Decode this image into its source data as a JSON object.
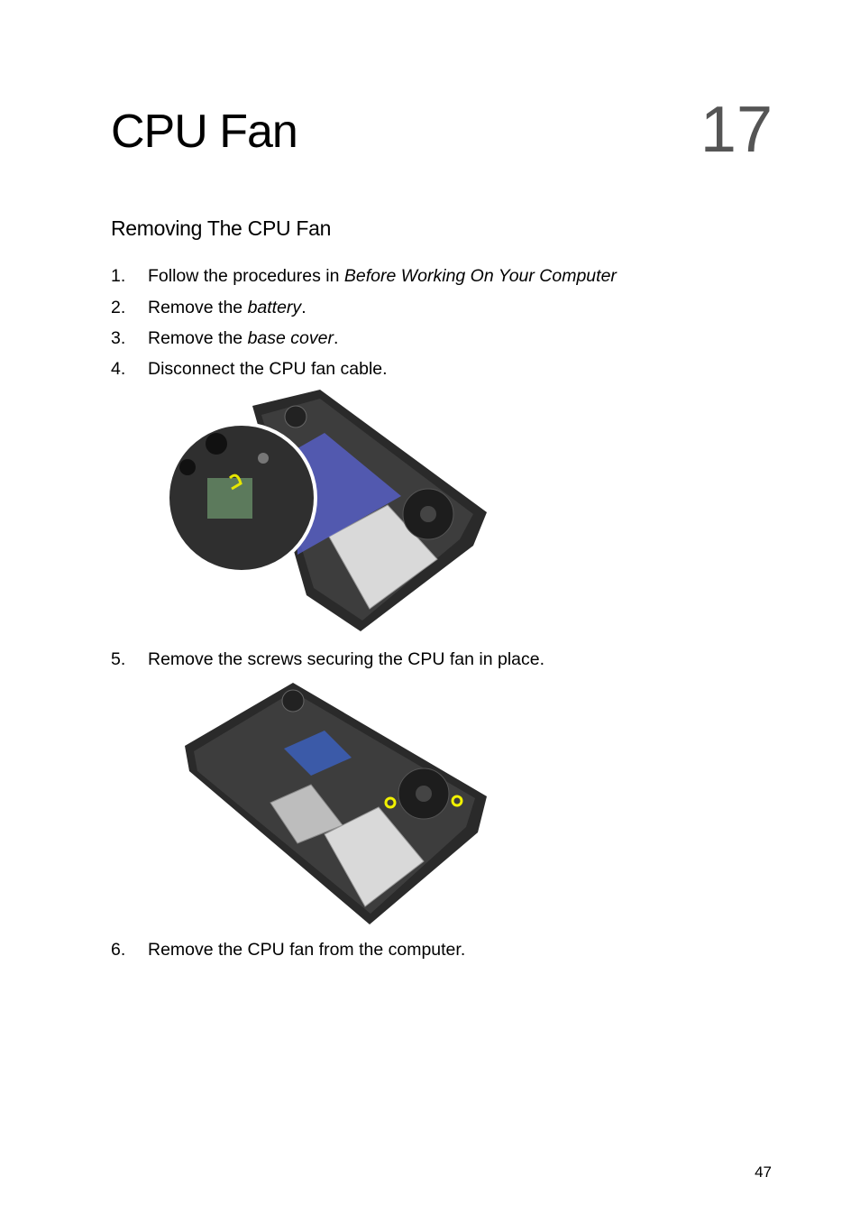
{
  "chapter": {
    "title": "CPU Fan",
    "number": "17"
  },
  "section": {
    "title": "Removing The CPU Fan"
  },
  "steps": [
    {
      "num": "1.",
      "text": "Follow the procedures in ",
      "link": "Before Working On Your Computer",
      "after": ""
    },
    {
      "num": "2.",
      "text": "Remove the ",
      "link": "battery",
      "after": "."
    },
    {
      "num": "3.",
      "text": "Remove the ",
      "link": "base cover",
      "after": "."
    },
    {
      "num": "4.",
      "text": "Disconnect the CPU fan cable.",
      "link": "",
      "after": ""
    },
    {
      "num": "5.",
      "text": "Remove the screws securing the CPU fan in place.",
      "link": "",
      "after": ""
    },
    {
      "num": "6.",
      "text": "Remove the CPU fan from the computer.",
      "link": "",
      "after": ""
    }
  ],
  "page_number": "47"
}
